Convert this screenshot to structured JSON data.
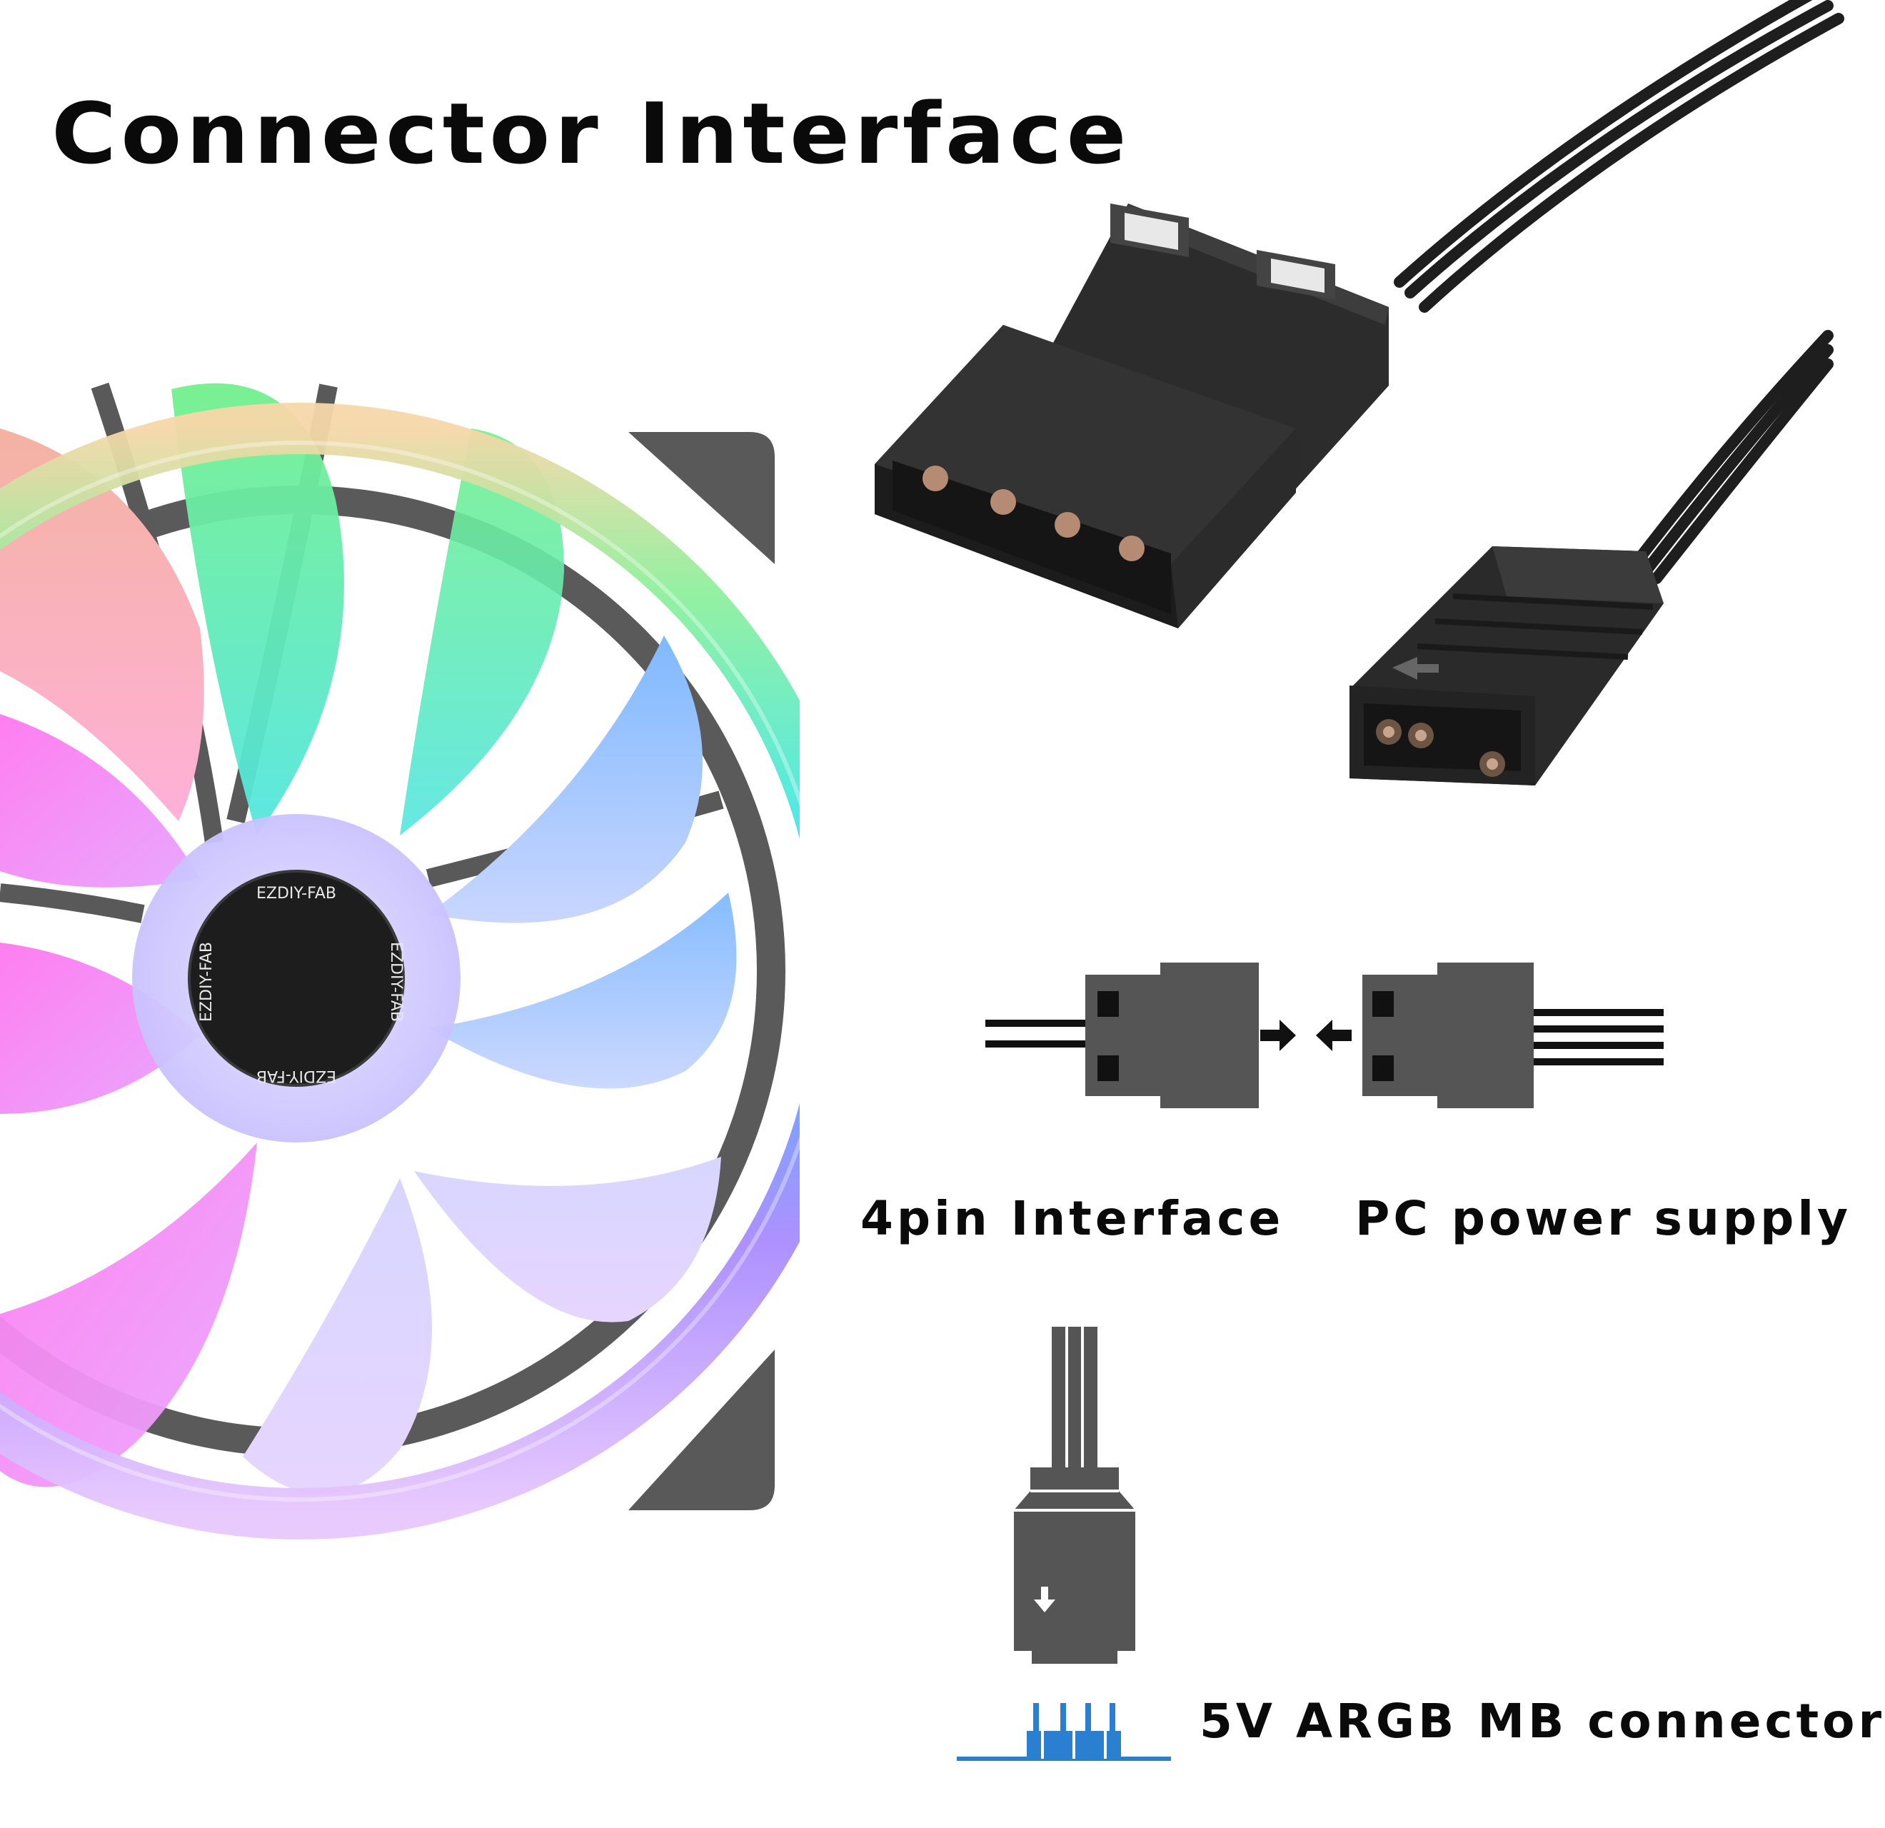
{
  "title": "Connector Interface",
  "labels": {
    "four_pin": "4pin Interface",
    "psu": "PC power supply",
    "argb": "5V ARGB MB connector"
  },
  "fan_brand": "EZDIY-FAB",
  "colors": {
    "connector_body": "#2b2b2b",
    "diagram_gray": "#555555",
    "argb_pin_blue": "#2a7fd1",
    "text": "#0a0a0a"
  },
  "icons": [
    "rgb-fan-image",
    "molex-connector-photo",
    "argb-3pin-connector-photo",
    "arrow-right-icon",
    "arrow-left-icon",
    "argb-plug-diagram",
    "motherboard-header-icon"
  ]
}
